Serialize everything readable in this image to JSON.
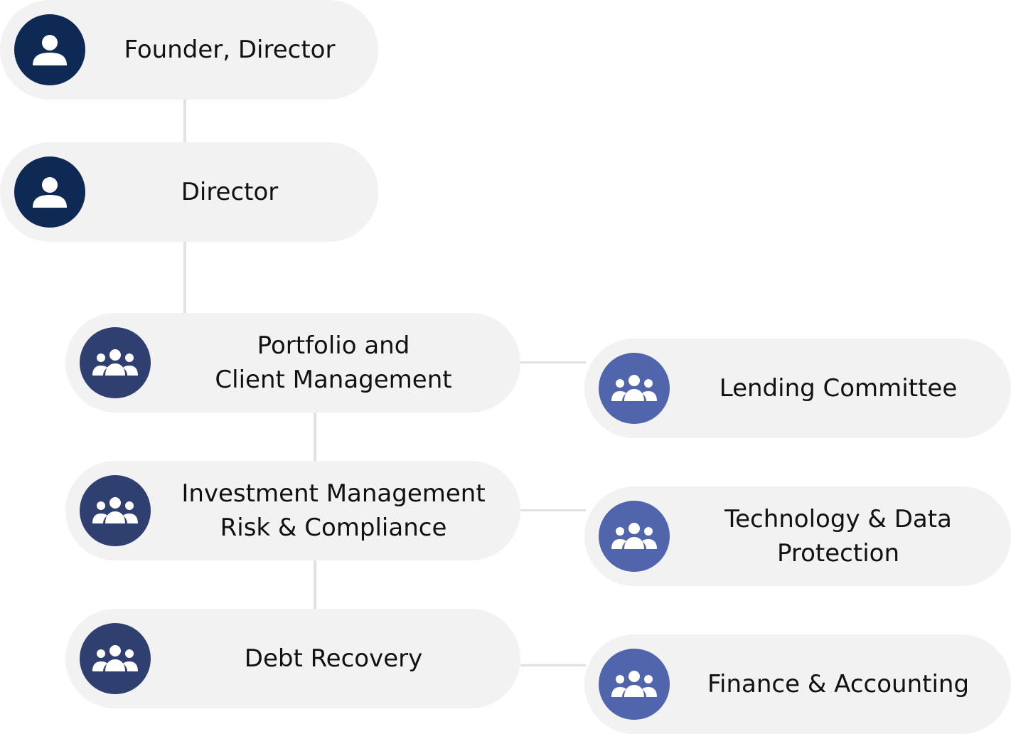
{
  "colors": {
    "node_background": "#f2f2f2",
    "connector": "#e1e1e1",
    "director_icon_bg": "#0e2a54",
    "department_icon_bg": "#2f3f70",
    "committee_icon_bg": "#5065ac",
    "icon_glyph": "#ffffff",
    "text": "#111111"
  },
  "nodes": {
    "founder": {
      "label": "Founder, Director",
      "icon": "person-icon"
    },
    "director": {
      "label": "Director",
      "icon": "person-icon"
    },
    "portfolio": {
      "label": "Portfolio and\nClient Management",
      "icon": "group-icon"
    },
    "investment": {
      "label": "Investment Management\nRisk & Compliance",
      "icon": "group-icon"
    },
    "debt": {
      "label": "Debt Recovery",
      "icon": "group-icon"
    },
    "lending": {
      "label": "Lending Committee",
      "icon": "group-icon"
    },
    "technology": {
      "label": "Technology & Data\nProtection",
      "icon": "group-icon"
    },
    "finance": {
      "label": "Finance & Accounting",
      "icon": "group-icon"
    }
  }
}
